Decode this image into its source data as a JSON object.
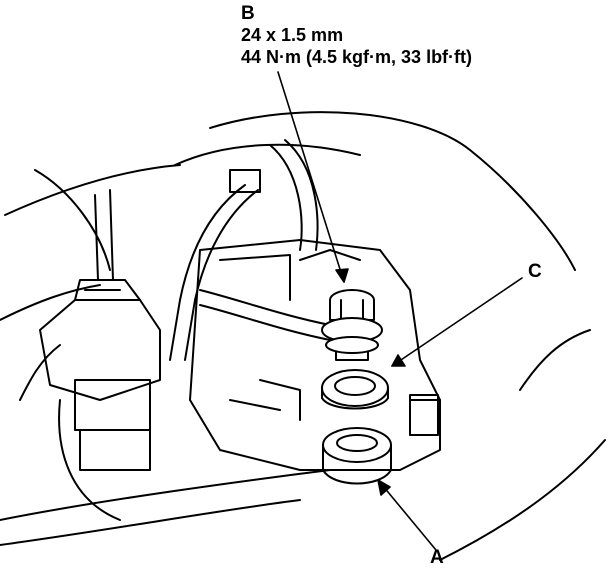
{
  "callouts": {
    "b": {
      "letter": "B",
      "size": "24 x 1.5 mm",
      "torque": "44 N·m (4.5 kgf·m, 33 lbf·ft)"
    },
    "c": {
      "letter": "C"
    },
    "a": {
      "letter": "A"
    }
  },
  "colors": {
    "line": "#000000",
    "background": "#ffffff"
  }
}
